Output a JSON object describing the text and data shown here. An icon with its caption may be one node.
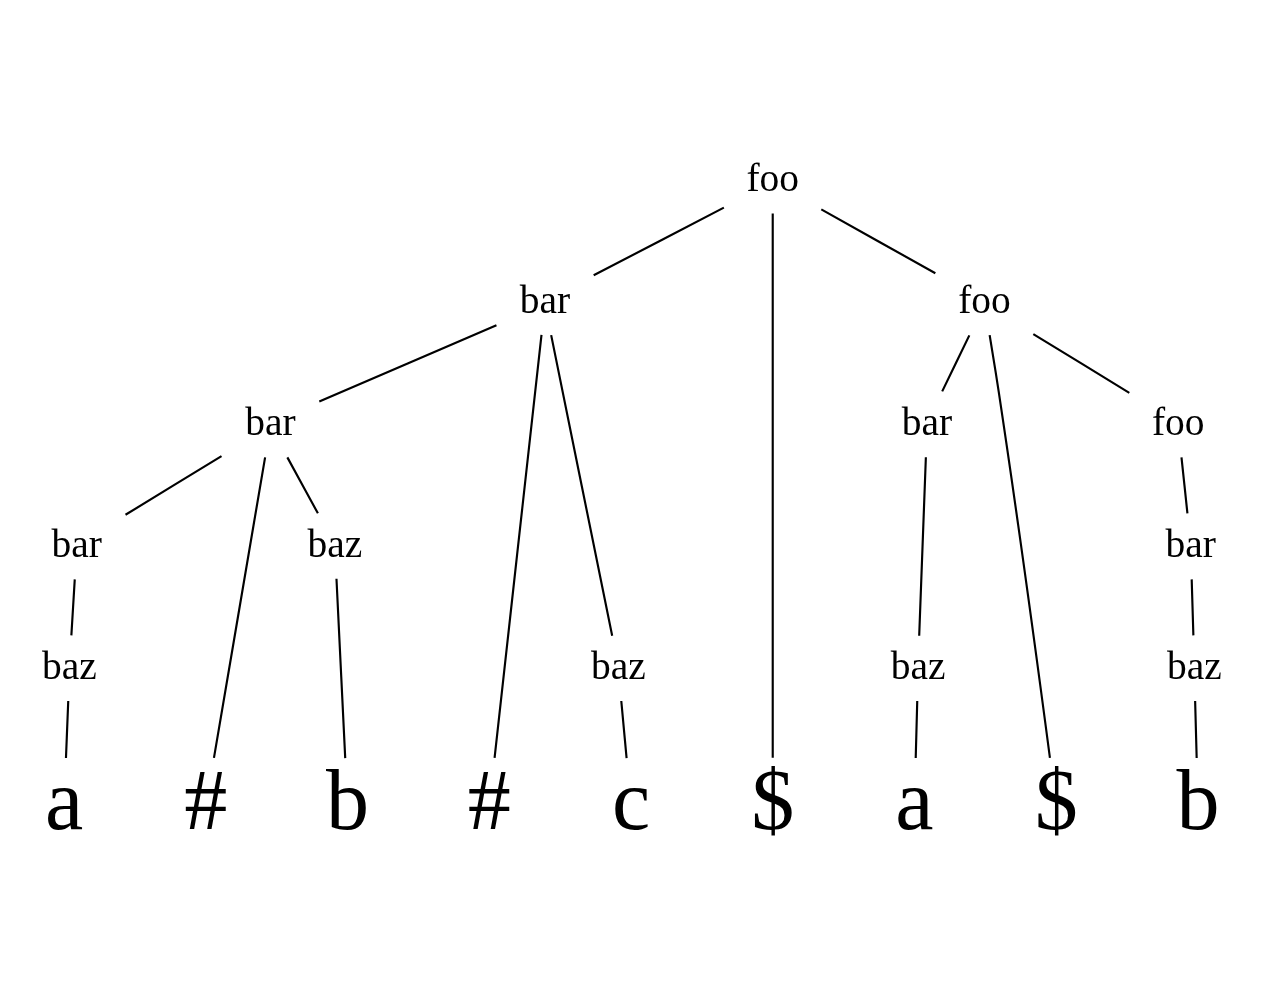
{
  "diagram": {
    "nodes": [
      {
        "text": [
          "foo"
        ]
      },
      {
        "text": [
          "bar"
        ]
      },
      {
        "text": [
          "foo"
        ]
      },
      {
        "text": [
          "bar"
        ]
      },
      {
        "text": [
          "baz"
        ]
      },
      {
        "text": [
          "foo"
        ]
      },
      {
        "text": [
          "bar"
        ]
      },
      {
        "text": [
          "baz"
        ]
      },
      {
        "text": [
          "bar"
        ]
      },
      {
        "text": [
          "bar"
        ]
      },
      {
        "text": [
          "baz"
        ]
      },
      {
        "text": [
          "baz"
        ]
      },
      {
        "text": [
          "baz"
        ]
      },
      {
        "text": [
          "a"
        ]
      },
      {
        "text": [
          "#"
        ]
      },
      {
        "text": [
          "b"
        ]
      },
      {
        "text": [
          "#"
        ]
      },
      {
        "text": [
          "c"
        ]
      },
      {
        "text": [
          "$"
        ]
      },
      {
        "text": [
          "a"
        ]
      },
      {
        "text": [
          "$"
        ]
      },
      {
        "text": [
          "b"
        ]
      }
    ],
    "edges": [
      {
        "from": 0,
        "to": 1,
        "arrow": "none"
      },
      {
        "from": 0,
        "to": 18,
        "arrow": "none"
      },
      {
        "from": 0,
        "to": 2,
        "arrow": "none"
      },
      {
        "from": 1,
        "to": 3,
        "arrow": "none"
      },
      {
        "from": 1,
        "to": 16,
        "arrow": "none"
      },
      {
        "from": 1,
        "to": 4,
        "arrow": "none"
      },
      {
        "from": 3,
        "to": 6,
        "arrow": "none"
      },
      {
        "from": 3,
        "to": 14,
        "arrow": "none"
      },
      {
        "from": 3,
        "to": 7,
        "arrow": "none"
      },
      {
        "from": 6,
        "to": 10,
        "arrow": "none"
      },
      {
        "from": 10,
        "to": 13,
        "arrow": "none"
      },
      {
        "from": 7,
        "to": 15,
        "arrow": "none"
      },
      {
        "from": 4,
        "to": 17,
        "arrow": "none"
      },
      {
        "from": 2,
        "to": 8,
        "arrow": "none"
      },
      {
        "from": 2,
        "to": 20,
        "arrow": "none"
      },
      {
        "from": 2,
        "to": 5,
        "arrow": "none"
      },
      {
        "from": 8,
        "to": 11,
        "arrow": "none"
      },
      {
        "from": 11,
        "to": 19,
        "arrow": "none"
      },
      {
        "from": 5,
        "to": 9,
        "arrow": "none"
      },
      {
        "from": 9,
        "to": 12,
        "arrow": "none"
      },
      {
        "from": 12,
        "to": 21,
        "arrow": "none"
      }
    ]
  }
}
